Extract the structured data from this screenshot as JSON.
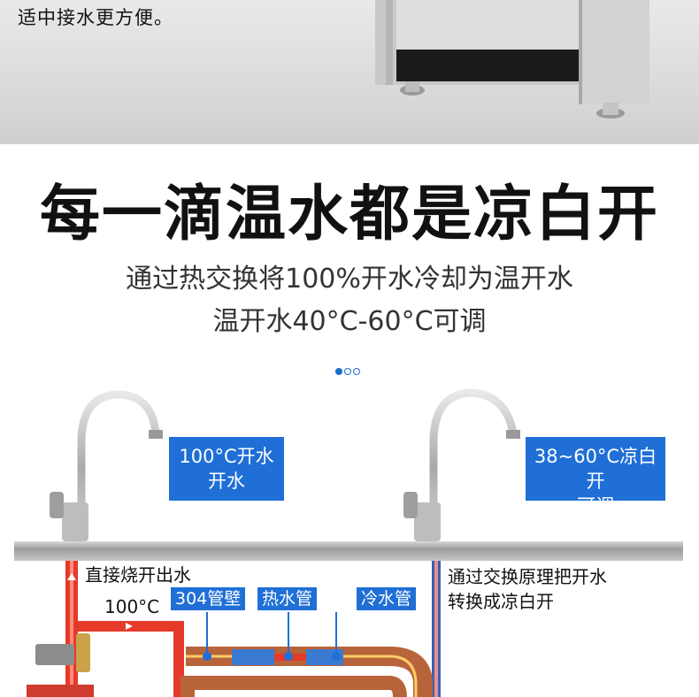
{
  "top_caption": "适中接水更方便。",
  "headline": "每一滴温水都是凉白开",
  "sub_line1": "通过热交换将100%开水冷却为温开水",
  "sub_line2": "温开水40°C-60°C可调",
  "left_box": {
    "line1": "100°C开水",
    "line2": "开水"
  },
  "right_box": {
    "line1": "38~60°C凉白开",
    "line2": "可调"
  },
  "diagram_notes": {
    "direct_boil": "直接烧开出水",
    "temp_100": "100°C",
    "exchange_line1": "通过交换原理把开水",
    "exchange_line2": "转换成凉白开"
  },
  "tags": {
    "wall": "304管壁",
    "hot_pipe": "热水管",
    "cold_pipe": "冷水管"
  },
  "colors": {
    "accent": "#1f6fd6",
    "hot": "#e53a2a",
    "copper": "#b8643a"
  }
}
